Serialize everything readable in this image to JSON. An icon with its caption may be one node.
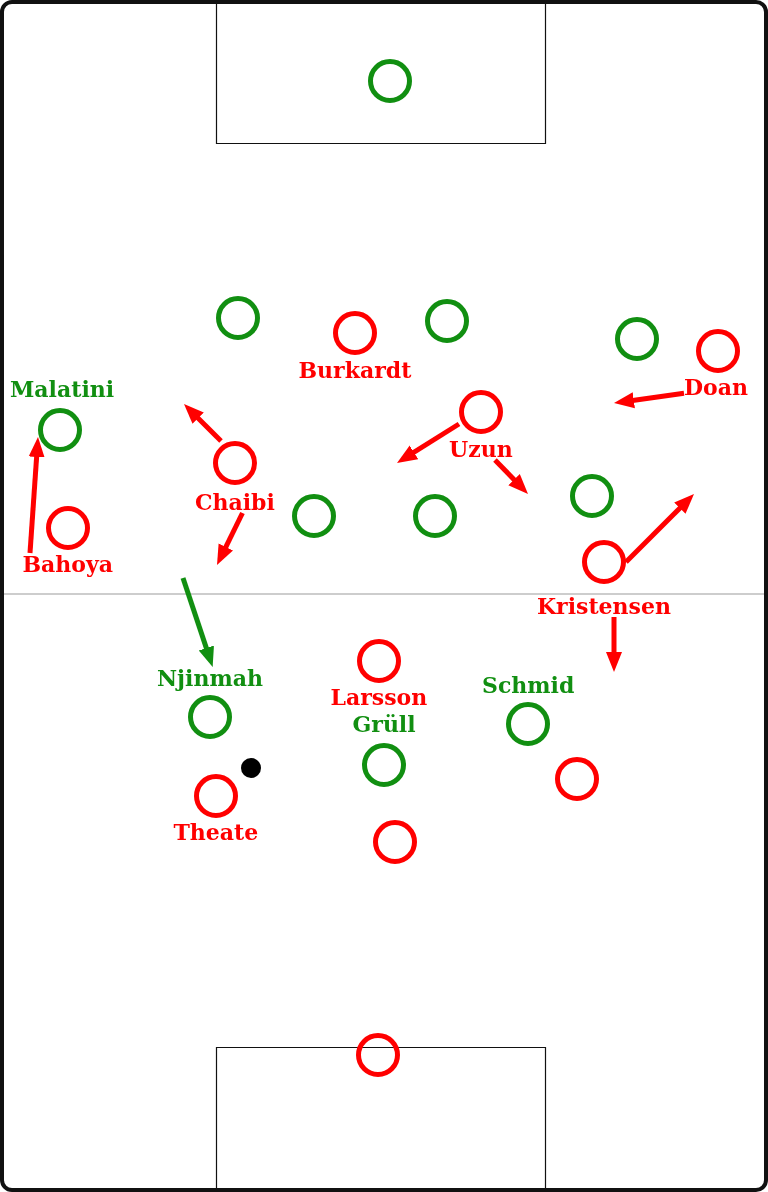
{
  "diagram": {
    "nodes": [
      {
        "text": [],
        "shape": "circle"
      },
      {
        "text": [],
        "shape": "circle"
      },
      {
        "text": [],
        "shape": "circle"
      },
      {
        "text": [
          "Burkardt"
        ]
      },
      {
        "text": [],
        "shape": "circle"
      },
      {
        "text": [
          "Doan"
        ]
      },
      {
        "text": [
          "Uzun"
        ]
      },
      {
        "text": [
          "Malatini"
        ]
      },
      {
        "text": [
          "Chaibi"
        ]
      },
      {
        "text": [],
        "shape": "circle"
      },
      {
        "text": [],
        "shape": "circle"
      },
      {
        "text": [],
        "shape": "circle"
      },
      {
        "text": [
          "Bahoya"
        ]
      },
      {
        "text": [
          "Kristensen"
        ]
      },
      {
        "text": [
          "Larsson"
        ]
      },
      {
        "text": [
          "Njinmah"
        ]
      },
      {
        "text": [
          "Schmid"
        ]
      },
      {
        "text": [
          "Grüll"
        ]
      },
      {
        "text": [],
        "shape": "circle"
      },
      {
        "text": [
          "Theate"
        ]
      },
      {
        "text": [],
        "shape": "circle"
      },
      {
        "text": [],
        "shape": "circle"
      }
    ],
    "edges": [
      {
        "from": 5,
        "to": null,
        "arrow": "to"
      },
      {
        "from": 6,
        "to": null,
        "arrow": "to"
      },
      {
        "from": 6,
        "to": null,
        "arrow": "to"
      },
      {
        "from": 8,
        "to": null,
        "arrow": "to"
      },
      {
        "from": 8,
        "to": null,
        "arrow": "to"
      },
      {
        "from": 12,
        "to": 7,
        "arrow": "to"
      },
      {
        "from": 13,
        "to": null,
        "arrow": "to"
      },
      {
        "from": 13,
        "to": null,
        "arrow": "to"
      },
      {
        "from": null,
        "to": 15,
        "arrow": "to",
        "color": "#118f11"
      }
    ]
  }
}
